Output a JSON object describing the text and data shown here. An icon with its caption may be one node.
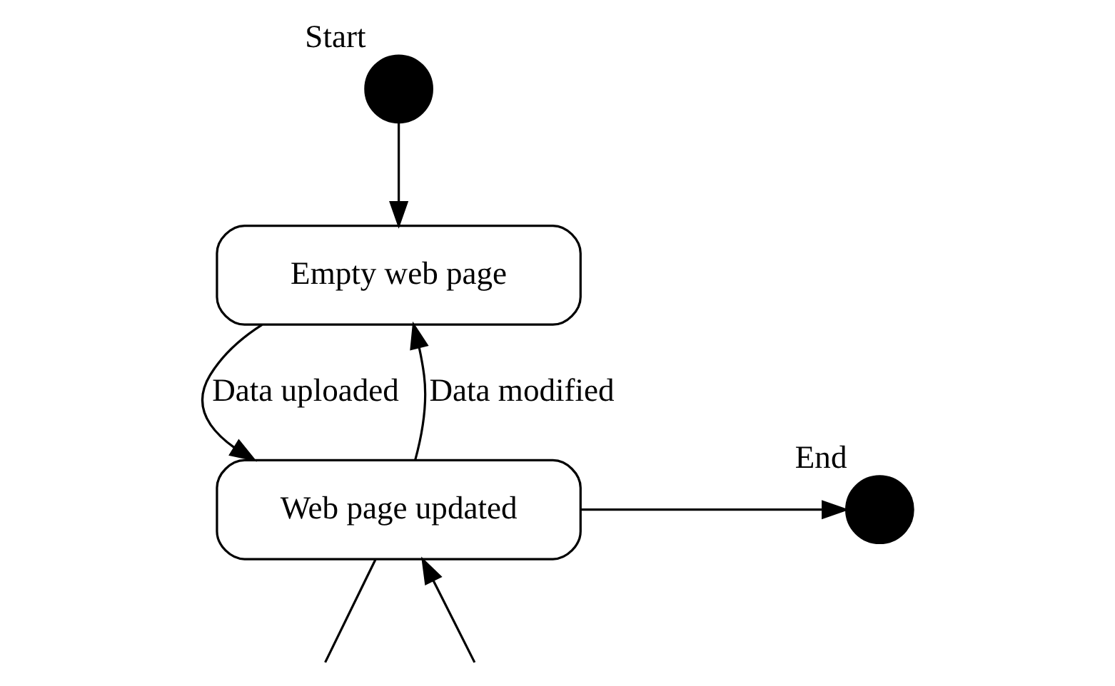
{
  "diagram": {
    "nodes": [
      {
        "text": [],
        "shape": "circle",
        "beside": [
          "Start"
        ]
      },
      {
        "text": [
          "Empty web page"
        ]
      },
      {
        "text": [
          "Web page updated"
        ]
      },
      {
        "text": [],
        "shape": "circle",
        "beside": [
          "End"
        ]
      }
    ],
    "edges": [
      {
        "from": 0,
        "to": 1,
        "arrow": "to"
      },
      {
        "from": 1,
        "to": 2,
        "arrow": "to",
        "label": "Data uploaded"
      },
      {
        "from": 2,
        "to": 1,
        "arrow": "to",
        "label": "Data modified"
      },
      {
        "from": 2,
        "to": 3,
        "arrow": "to"
      },
      {
        "from": 2,
        "to": null,
        "arrow": "none"
      },
      {
        "from": null,
        "to": 2,
        "arrow": "to"
      }
    ]
  }
}
